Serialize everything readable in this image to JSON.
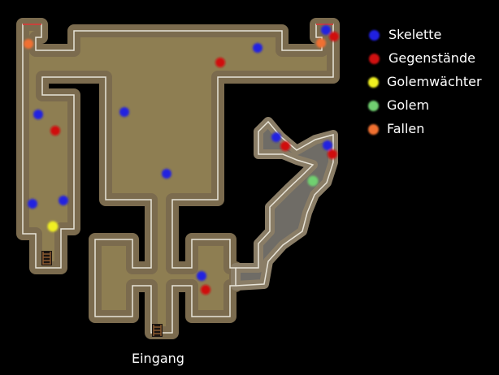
{
  "legend": [
    {
      "label": "Skelette",
      "color": "#2020e0"
    },
    {
      "label": "Gegenstände",
      "color": "#d01010"
    },
    {
      "label": "Golemwächter",
      "color": "#f0f020"
    },
    {
      "label": "Golem",
      "color": "#70d070"
    },
    {
      "label": "Fallen",
      "color": "#f07030"
    }
  ],
  "map": {
    "entrance_label": "Eingang"
  }
}
